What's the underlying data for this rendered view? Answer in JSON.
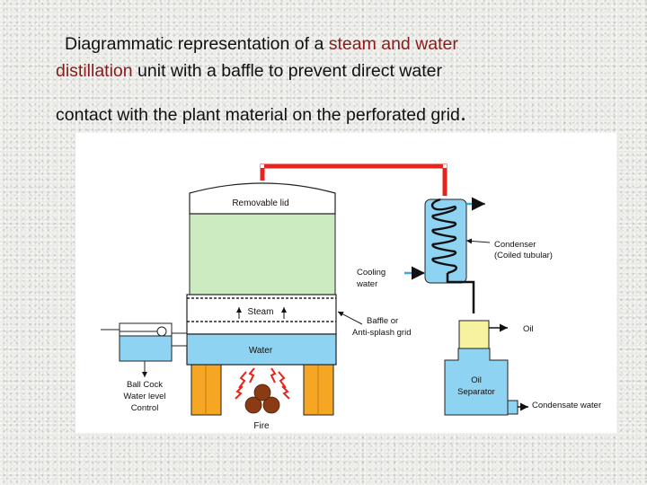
{
  "title": {
    "line1_prefix": "Diagrammatic representation of a ",
    "line1_highlight": "steam and water",
    "line2_highlight": "distillation",
    "line2_rest": " unit with a baffle to prevent direct water",
    "line3": "contact with the plant material on the perforated grid",
    "line3_end": "."
  },
  "labels": {
    "lid": "Removable lid",
    "steam": "Steam",
    "water": "Water",
    "fire": "Fire",
    "ballcock": [
      "Ball Cock",
      "Water level",
      "Control"
    ],
    "cooling": [
      "Cooling",
      "water"
    ],
    "baffle": [
      "Baffle or",
      "Anti-splash grid"
    ],
    "condenser": [
      "Condenser",
      "(Coiled tubular)"
    ],
    "oil": "Oil",
    "separator": [
      "Oil",
      "Separator"
    ],
    "condensate": "Condensate water"
  },
  "colors": {
    "highlight": "#8b1a1a",
    "plant_material": "#ccebc1",
    "water": "#8fd3f2",
    "pipe_red": "#e8231d",
    "condenser": "#8fd3f2",
    "legs": "#f5a623",
    "oil": "#f7f2a0",
    "separator": "#8fd3f2",
    "fire": "#8a3b14",
    "flame": "#e8231d"
  }
}
